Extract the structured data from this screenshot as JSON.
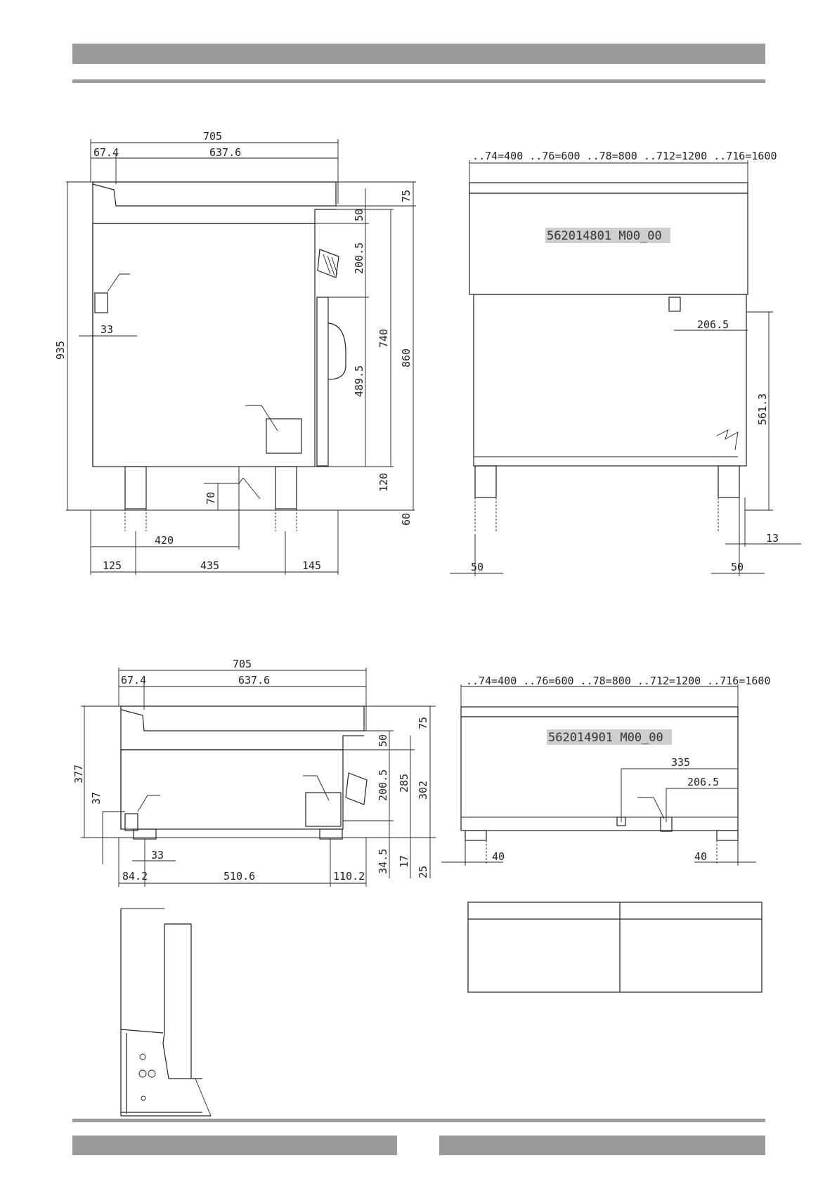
{
  "colors": {
    "header_bar": "#9a9a9a",
    "line": "#222222",
    "code_highlight": "#cfcfcf"
  },
  "codes": {
    "top_front": "562014801 M00_00",
    "bottom_front": "562014901 M00_00"
  },
  "widths_label": "..74=400  ..76=600  ..78=800  ..712=1200  ..716=1600",
  "dims": {
    "d705": "705",
    "d67_4": "67.4",
    "d637_6": "637.6",
    "d935": "935",
    "d75": "75",
    "d50": "50",
    "d200_5": "200.5",
    "d740": "740",
    "d860": "860",
    "d489_5": "489.5",
    "d33": "33",
    "d120": "120",
    "d70": "70",
    "d60": "60",
    "d420": "420",
    "d125": "125",
    "d435": "435",
    "d145": "145",
    "d206_5": "206.5",
    "d561_3": "561.3",
    "d13": "13",
    "d377": "377",
    "d37": "37",
    "d285": "285",
    "d302": "302",
    "d34_5": "34.5",
    "d17": "17",
    "d25": "25",
    "d84_2": "84.2",
    "d510_6": "510.6",
    "d110_2": "110.2",
    "d335": "335",
    "d40": "40"
  }
}
